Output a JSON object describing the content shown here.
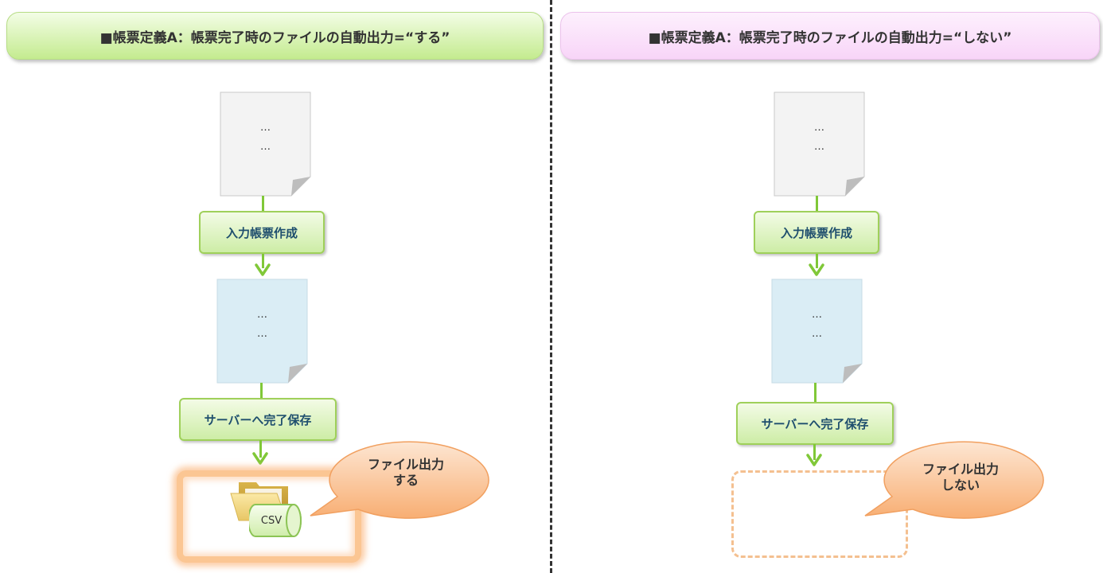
{
  "left": {
    "header": "■帳票定義A：帳票完了時のファイルの自動出力=“する”",
    "doc1": [
      "…",
      "…"
    ],
    "step1": "入力帳票作成",
    "doc2": [
      "…",
      "…"
    ],
    "step2": "サーバーへ完了保存",
    "bubble": [
      "ファイル出力",
      "する"
    ],
    "file_label": "CSV"
  },
  "right": {
    "header": "■帳票定義A：帳票完了時のファイルの自動出力=“しない”",
    "doc1": [
      "…",
      "…"
    ],
    "step1": "入力帳票作成",
    "doc2": [
      "…",
      "…"
    ],
    "step2": "サーバーへ完了保存",
    "bubble": [
      "ファイル出力",
      "しない"
    ]
  },
  "colors": {
    "connector": "#80c838",
    "doc_plain": "#f3f3f3",
    "doc_completed": "#daedf5",
    "bubble": "#fbb47c"
  },
  "icons": [
    "folder-icon",
    "csv-file-icon"
  ]
}
